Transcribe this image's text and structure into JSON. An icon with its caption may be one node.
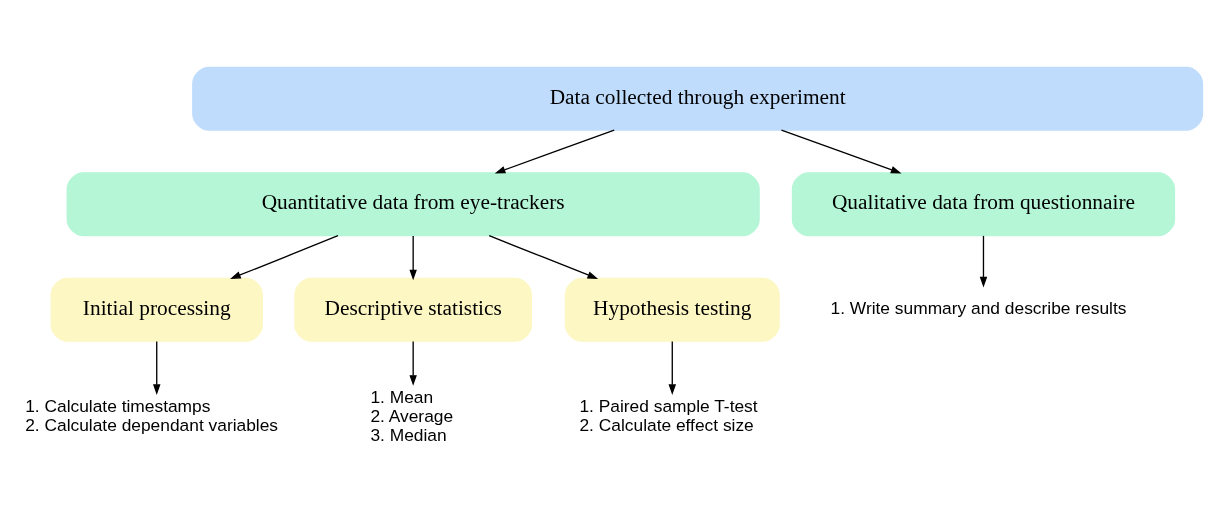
{
  "diagram": {
    "nodes": [
      {
        "text": [
          "Data collected through experiment"
        ]
      },
      {
        "text": [
          "Quantitative data from eye-trackers"
        ]
      },
      {
        "text": [
          "Qualitative data from questionnaire"
        ]
      },
      {
        "text": [
          "Initial processing"
        ]
      },
      {
        "text": [
          "Descriptive statistics"
        ]
      },
      {
        "text": [
          "Hypothesis testing"
        ]
      },
      {
        "text": [
          "1. Calculate timestamps",
          "2. Calculate dependant variables"
        ]
      },
      {
        "text": [
          "1. Mean",
          "2. Average",
          "3. Median"
        ]
      },
      {
        "text": [
          "1. Paired sample T-test",
          "2. Calculate effect size"
        ]
      },
      {
        "text": [
          "1. Write summary and describe results"
        ]
      }
    ],
    "edges": [
      {
        "from": 0,
        "to": 1,
        "arrow": "to"
      },
      {
        "from": 0,
        "to": 2,
        "arrow": "to"
      },
      {
        "from": 1,
        "to": 3,
        "arrow": "to"
      },
      {
        "from": 1,
        "to": 4,
        "arrow": "to"
      },
      {
        "from": 1,
        "to": 5,
        "arrow": "to"
      },
      {
        "from": 2,
        "to": 9,
        "arrow": "to"
      },
      {
        "from": 3,
        "to": 6,
        "arrow": "to"
      },
      {
        "from": 4,
        "to": 7,
        "arrow": "to"
      },
      {
        "from": 5,
        "to": 8,
        "arrow": "to"
      }
    ]
  }
}
